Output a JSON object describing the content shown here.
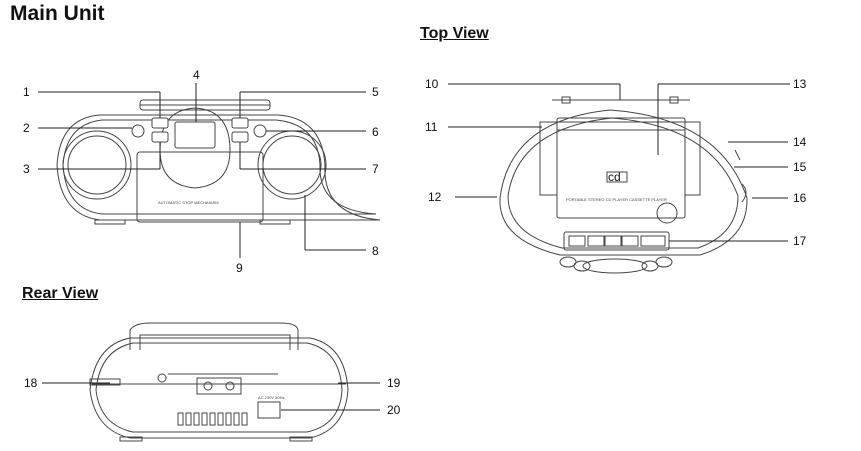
{
  "headings": {
    "main_unit": "Main Unit",
    "top_view": "Top View",
    "rear_view": "Rear View"
  },
  "front_panel_text": "AUTOMATIC STOP MECHANISM",
  "top_panel_text": "PORTABLE STEREO CD PLAYER CASSETTE PLAYER",
  "rear_power_label": "AC 230V 50Hz",
  "callouts": [
    "1",
    "2",
    "3",
    "4",
    "5",
    "6",
    "7",
    "8",
    "9",
    "10",
    "11",
    "12",
    "13",
    "14",
    "15",
    "16",
    "17",
    "18",
    "19",
    "20"
  ]
}
